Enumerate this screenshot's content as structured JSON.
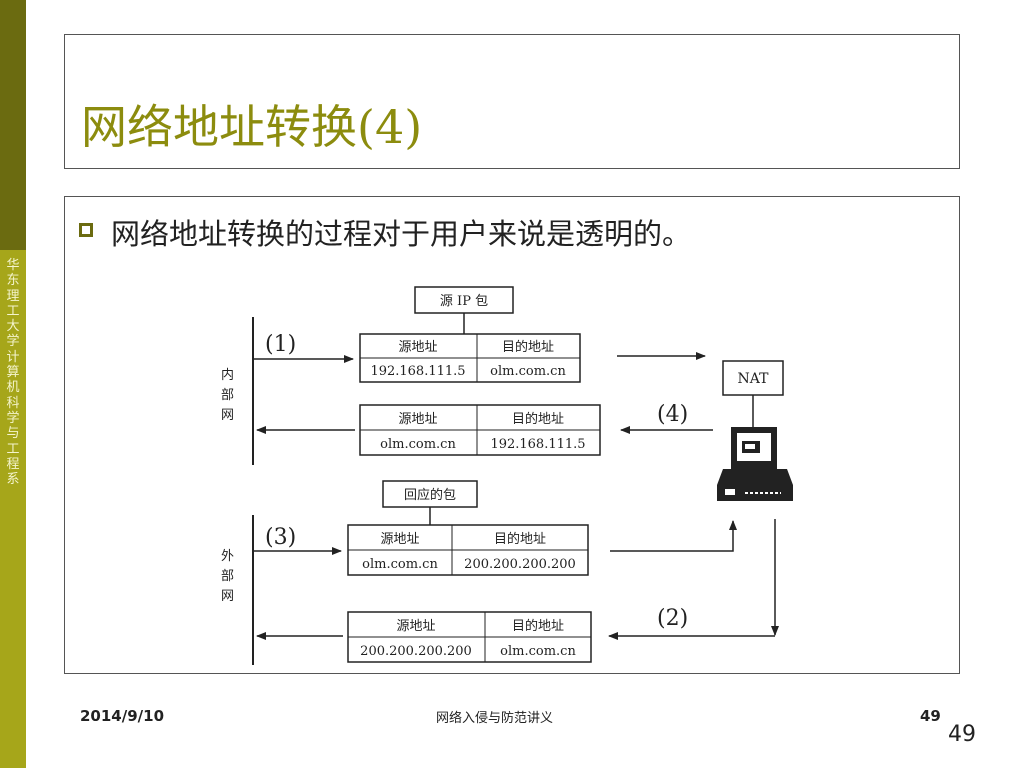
{
  "sidebar": {
    "vertical_text": "华东理工大学计算机科学与工程系"
  },
  "title": {
    "main": "网络地址转换",
    "suffix": "(4)"
  },
  "bullet": {
    "text": "网络地址转换的过程对于用户来说是透明的。"
  },
  "diagram": {
    "source_packet_label": "源 IP 包",
    "reply_packet_label": "回应的包",
    "nat_label": "NAT",
    "internal_net_label": [
      "内",
      "部",
      "网"
    ],
    "external_net_label": [
      "外",
      "部",
      "网"
    ],
    "step_labels": [
      "(1)",
      "(2)",
      "(3)",
      "(4)"
    ],
    "col_source": "源地址",
    "col_dest": "目的地址",
    "packets": [
      {
        "src": "192.168.111.5",
        "dst": "olm.com.cn"
      },
      {
        "src": "olm.com.cn",
        "dst": "192.168.111.5"
      },
      {
        "src": "olm.com.cn",
        "dst": "200.200.200.200"
      },
      {
        "src": "200.200.200.200",
        "dst": "olm.com.cn"
      }
    ]
  },
  "footer": {
    "date": "2014/9/10",
    "center": "网络入侵与防范讲义",
    "page": "49",
    "page_large": "49"
  }
}
